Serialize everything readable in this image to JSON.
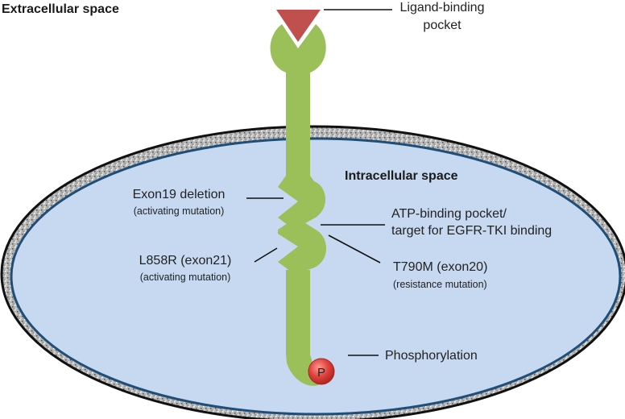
{
  "regions": {
    "extracellular": "Extracellular space",
    "intracellular": "Intracellular space"
  },
  "labels": {
    "ligand_line1": "Ligand-binding",
    "ligand_line2": "pocket",
    "exon19_main": "Exon19 deletion",
    "exon19_sub": "(activating mutation)",
    "atp_line1": "ATP-binding pocket/",
    "atp_line2": "target for EGFR-TKI binding",
    "l858r_main": "L858R (exon21)",
    "l858r_sub": "(activating mutation)",
    "t790m_main": "T790M (exon20)",
    "t790m_sub": "(resistance mutation)",
    "phosphorylation": "Phosphorylation",
    "phospho_symbol": "P"
  },
  "colors": {
    "receptor": "#9bbf59",
    "ligand": "#c0504d",
    "cytoplasm": "#c6d9f0",
    "membrane_outline": "#1f4e79",
    "phospho": "#e0443e"
  },
  "icons": {
    "ligand": "triangle-ligand-icon",
    "phosphate": "phosphate-circle-icon"
  }
}
